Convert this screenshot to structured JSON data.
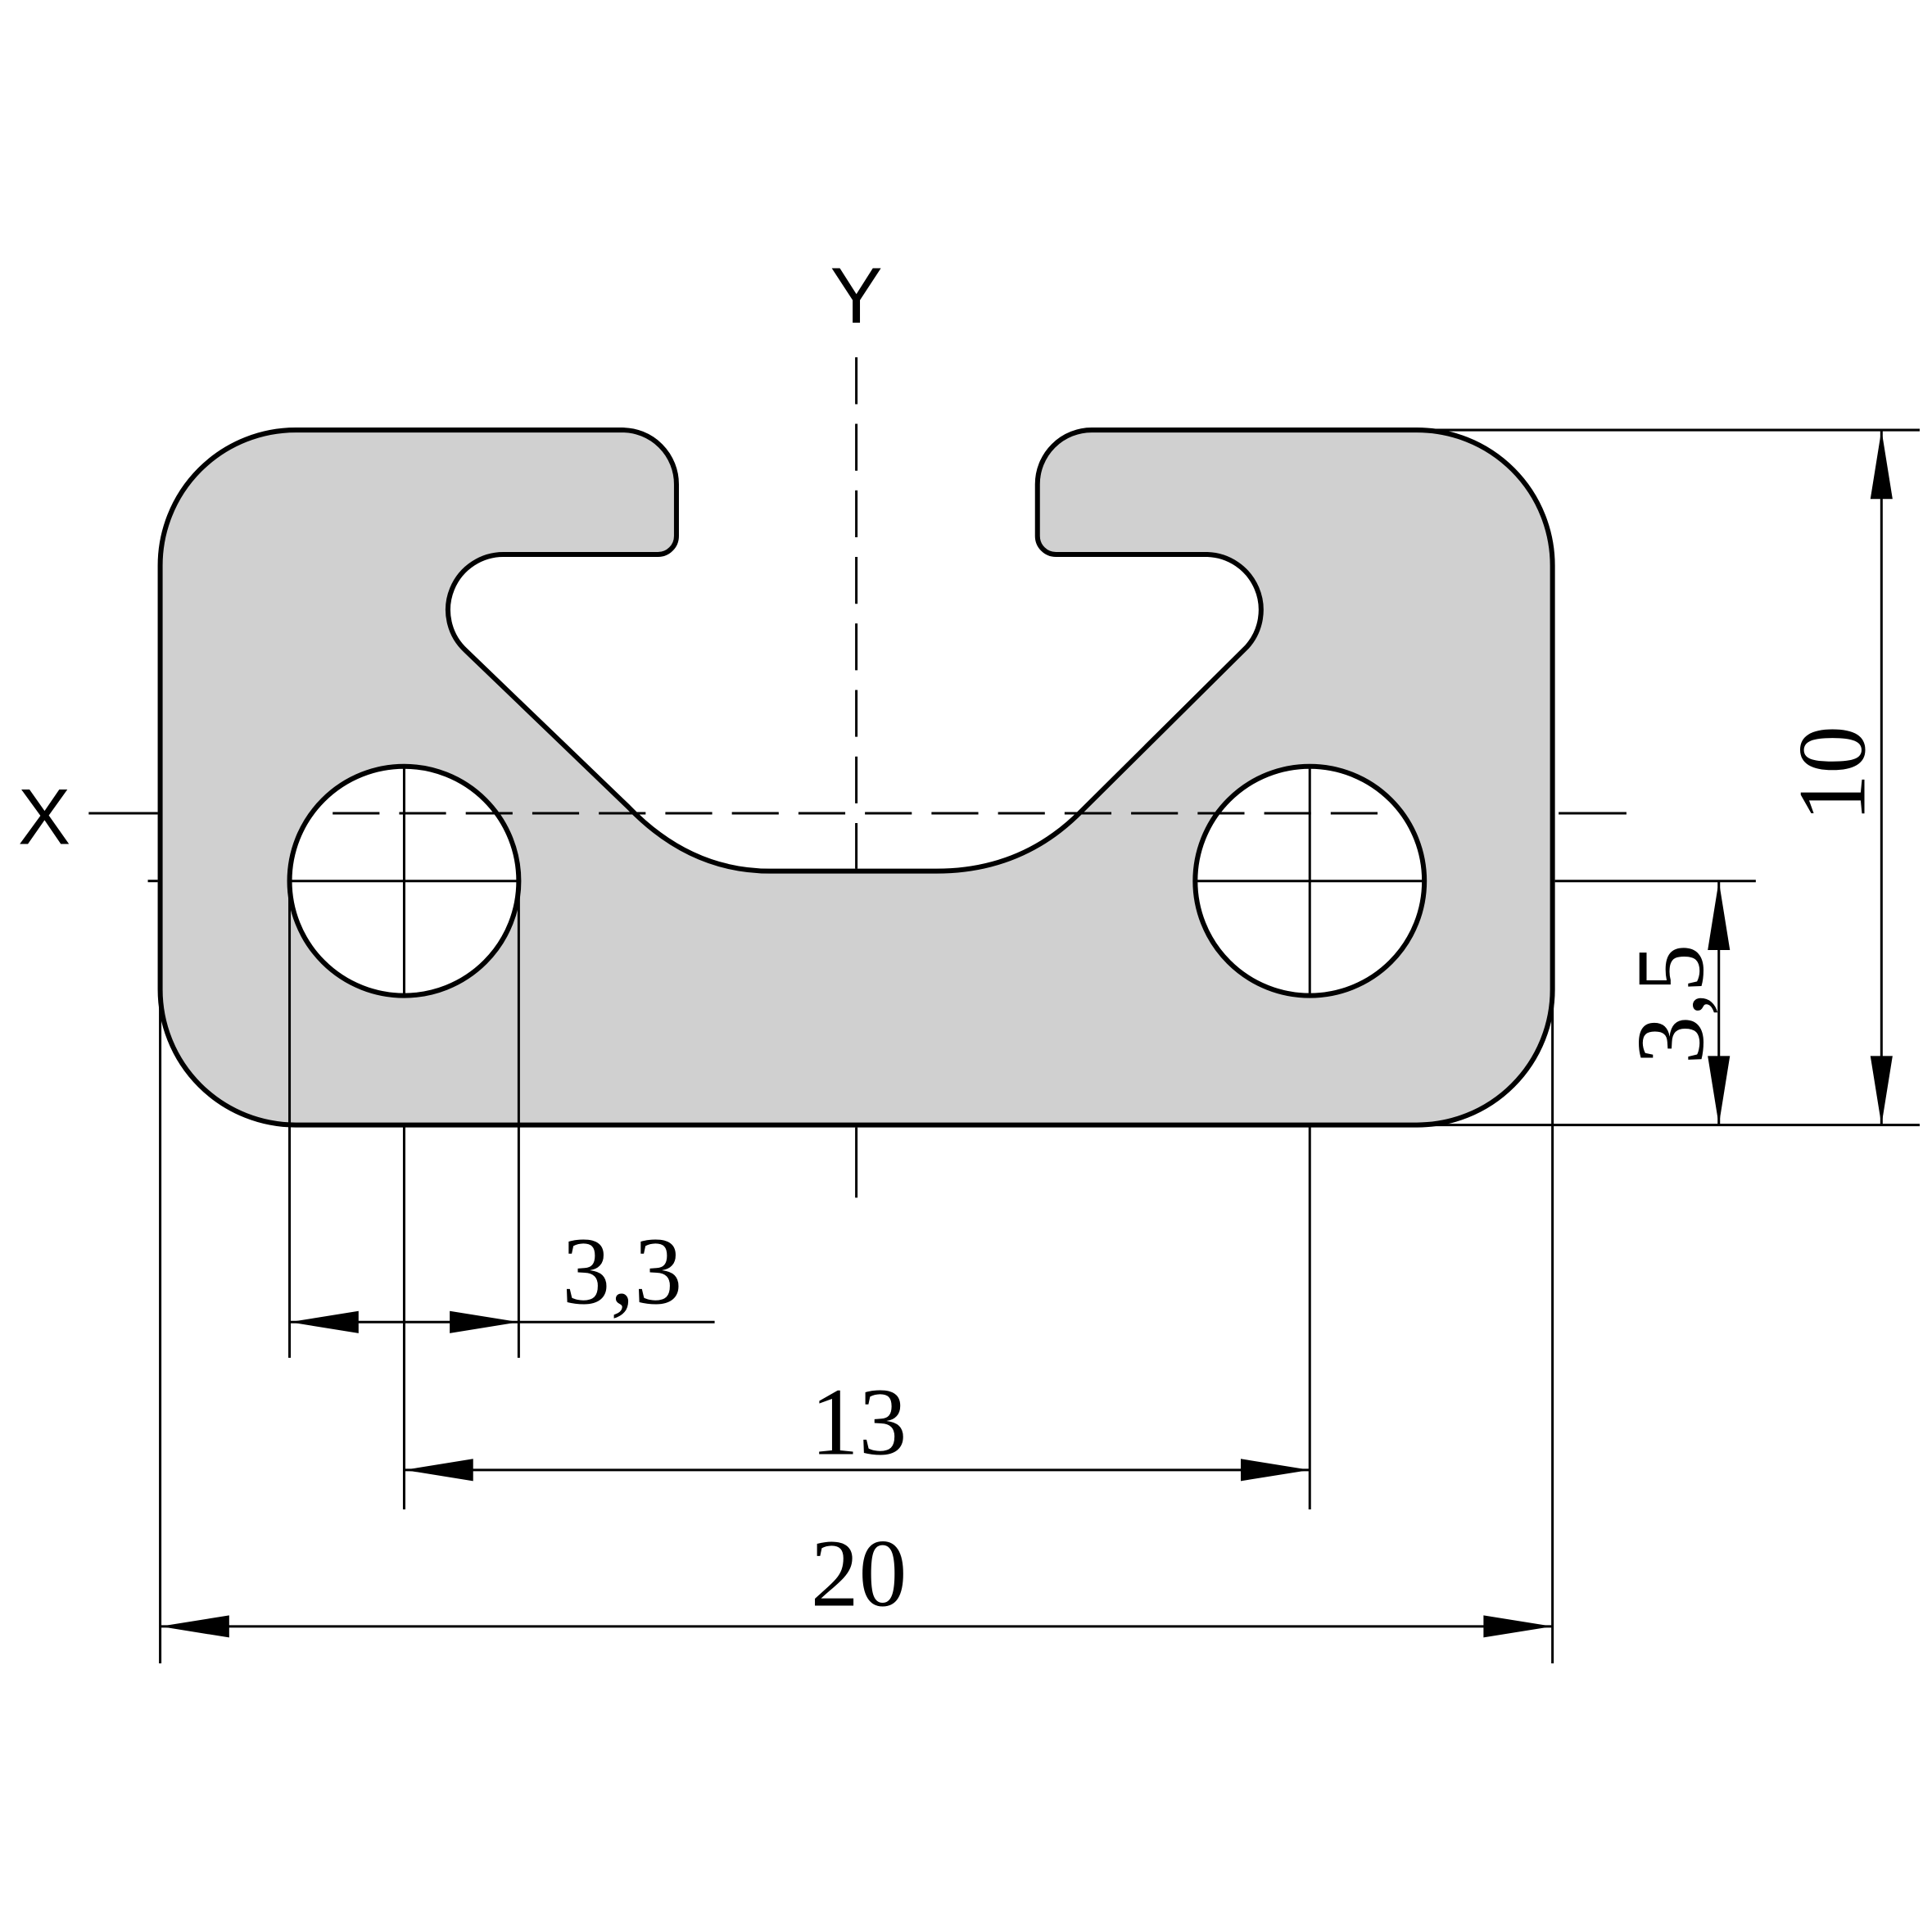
{
  "axes": {
    "x_label": "X",
    "y_label": "Y"
  },
  "dimensions": {
    "height": "10",
    "hole_offset": "3,5",
    "hole_diameter": "3,3",
    "hole_spacing": "13",
    "width": "20"
  },
  "colors": {
    "profile_fill": "#d0d0d0",
    "stroke": "#000000"
  }
}
